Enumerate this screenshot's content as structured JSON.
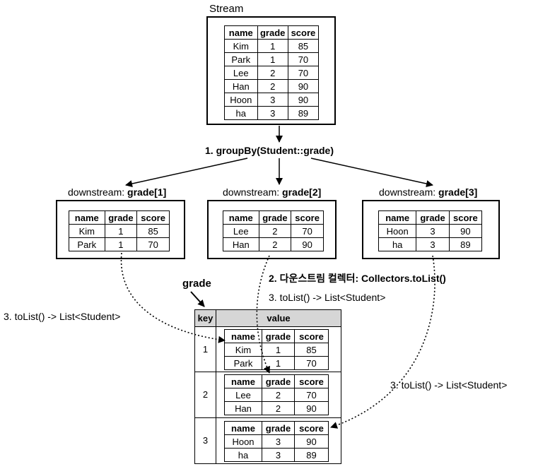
{
  "columns": [
    "name",
    "grade",
    "score"
  ],
  "stream": {
    "title": "Stream",
    "rows": [
      [
        "Kim",
        "1",
        "85"
      ],
      [
        "Park",
        "1",
        "70"
      ],
      [
        "Lee",
        "2",
        "70"
      ],
      [
        "Han",
        "2",
        "90"
      ],
      [
        "Hoon",
        "3",
        "90"
      ],
      [
        "ha",
        "3",
        "89"
      ]
    ]
  },
  "step1": "1. groupBy(Student::grade)",
  "downstream_prefix": "downstream: ",
  "downstreams": [
    {
      "key_label": "grade[1]",
      "rows": [
        [
          "Kim",
          "1",
          "85"
        ],
        [
          "Park",
          "1",
          "70"
        ]
      ]
    },
    {
      "key_label": "grade[2]",
      "rows": [
        [
          "Lee",
          "2",
          "70"
        ],
        [
          "Han",
          "2",
          "90"
        ]
      ]
    },
    {
      "key_label": "grade[3]",
      "rows": [
        [
          "Hoon",
          "3",
          "90"
        ],
        [
          "ha",
          "3",
          "89"
        ]
      ]
    }
  ],
  "step2": "2. 다운스트림 컬렉터: Collectors.toList()",
  "step3": "3. toList() -> List<Student>",
  "map": {
    "grade_label": "grade",
    "key_header": "key",
    "value_header": "value",
    "entries": [
      {
        "key": "1",
        "rows": [
          [
            "Kim",
            "1",
            "85"
          ],
          [
            "Park",
            "1",
            "70"
          ]
        ]
      },
      {
        "key": "2",
        "rows": [
          [
            "Lee",
            "2",
            "70"
          ],
          [
            "Han",
            "2",
            "90"
          ]
        ]
      },
      {
        "key": "3",
        "rows": [
          [
            "Hoon",
            "3",
            "90"
          ],
          [
            "ha",
            "3",
            "89"
          ]
        ]
      }
    ]
  }
}
